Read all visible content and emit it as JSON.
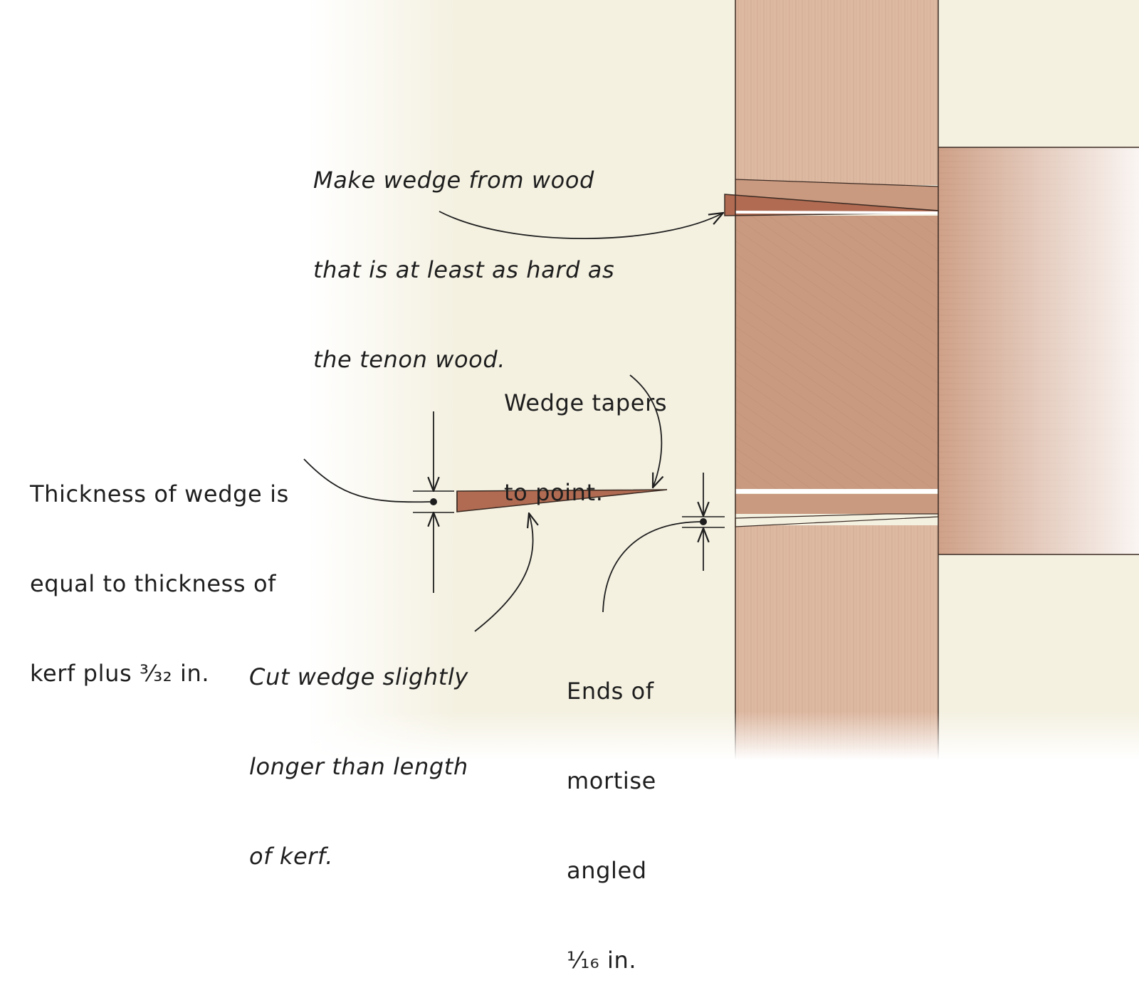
{
  "colors": {
    "paper": "#f4f1e1",
    "page": "#ffffff",
    "wood_light": "#ddb9a2",
    "wood_mid": "#cfa188",
    "wood_dark": "#c08a70",
    "wedge": "#b06b52",
    "ink": "#1e1e1e"
  },
  "annotations": {
    "wedge_wood": [
      "Make wedge from wood",
      "that is at least as hard as",
      "the tenon wood."
    ],
    "wedge_taper": [
      "Wedge tapers",
      "to point."
    ],
    "wedge_thickness": [
      "Thickness of wedge is",
      "equal to thickness of",
      "kerf plus ³⁄₃₂ in."
    ],
    "wedge_length": [
      "Cut wedge slightly",
      "longer than length",
      "of kerf."
    ],
    "mortise_ends": [
      "Ends of",
      "mortise",
      "angled",
      "¹⁄₁₆ in."
    ]
  }
}
